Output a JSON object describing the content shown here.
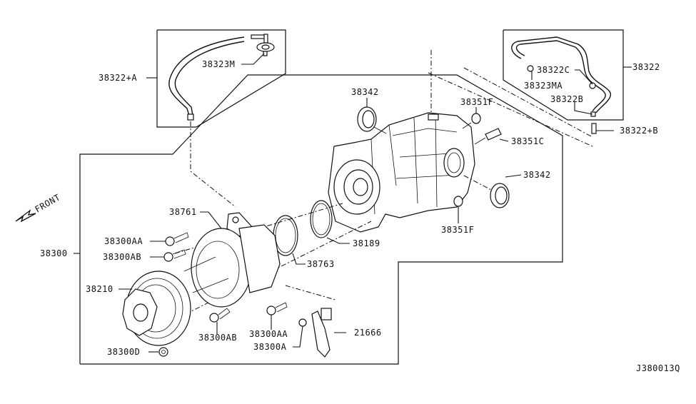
{
  "diagram": {
    "title_code": "J380013Q",
    "direction_indicator": "FRONT",
    "labels": {
      "p38322A": "38322+A",
      "p38323M": "38323M",
      "p38322": "38322",
      "p38322C": "38322C",
      "p38323MA": "38323MA",
      "p38322B": "38322B",
      "p38322Bplus": "38322+B",
      "p38342_top": "38342",
      "p38351F_top": "38351F",
      "p38351C": "38351C",
      "p38342_right": "38342",
      "p38351F_bottom": "38351F",
      "p38761": "38761",
      "p38300AA_left": "38300AA",
      "p38300AB_left": "38300AB",
      "p38300": "38300",
      "p38189": "38189",
      "p38763": "38763",
      "p38210": "38210",
      "p38300AB_bottom": "38300AB",
      "p38300AA_bottom": "38300AA",
      "p38300A": "38300A",
      "p21666": "21666",
      "p38300D": "38300D"
    }
  }
}
